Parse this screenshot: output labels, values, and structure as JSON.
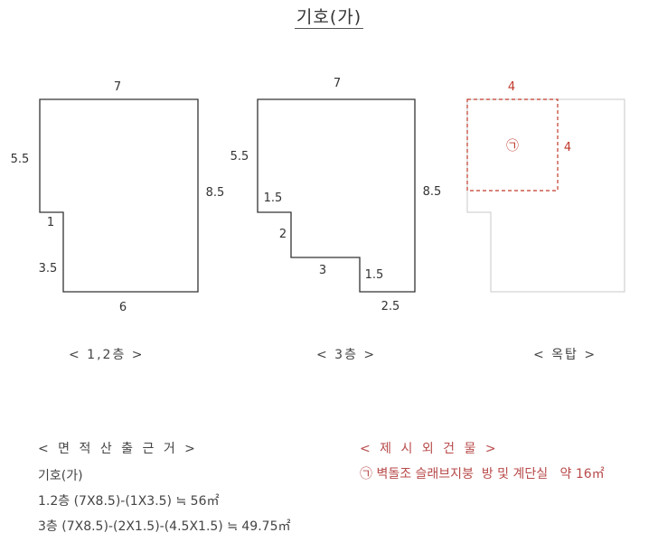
{
  "title": "기호(가)",
  "plans": [
    {
      "label": "< 1,2층 >",
      "dims": {
        "top": "7",
        "left_upper": "5.5",
        "right": "8.5",
        "notch": "1",
        "left_lower": "3.5",
        "bottom": "6"
      }
    },
    {
      "label": "< 3층 >",
      "dims": {
        "top": "7",
        "left_upper": "5.5",
        "right": "8.5",
        "step1": "1.5",
        "step2": "2",
        "step3": "3",
        "step4": "1.5",
        "bottom": "2.5"
      }
    },
    {
      "label": "< 옥탑 >",
      "dims": {
        "top": "4",
        "right": "4"
      },
      "marker": "㉠"
    }
  ],
  "calculation": {
    "heading": "< 면 적 산 출 근 거 >",
    "symbol": "기호(가)",
    "line_12": "1.2층 (7X8.5)-(1X3.5) ≒ 56㎡",
    "line_3": "3층 (7X8.5)-(2X1.5)-(4.5X1.5) ≒ 49.75㎡"
  },
  "notes": {
    "heading": "< 제 시 외 건 물 >",
    "marker": "㉠",
    "item": "벽돌조 슬래브지붕  방 및 계단실   약 16㎡"
  },
  "colors": {
    "line": "#333333",
    "red": "#c0392b",
    "light": "#bbbbbb"
  }
}
